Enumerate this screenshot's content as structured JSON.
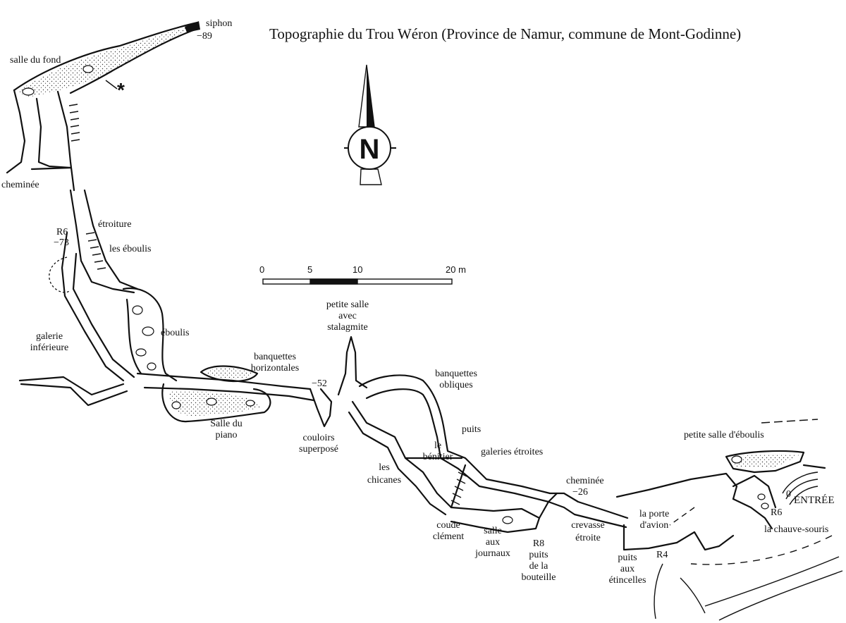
{
  "title": "Topographie du Trou Wéron (Province de Namur, commune de Mont-Godinne)",
  "north": "N",
  "scale": {
    "ticks": [
      "0",
      "5",
      "10",
      "20 m"
    ]
  },
  "labels": {
    "siphon": "siphon",
    "salle_du_fond": "salle du fond",
    "cheminee_1": "cheminée",
    "etroiture": "étroiture",
    "r6_a": "R6",
    "les_eboulis": "les éboulis",
    "eboulis": "éboulis",
    "galerie_inferieure_1": "galerie",
    "galerie_inferieure_2": "inférieure",
    "banquettes_h_1": "banquettes",
    "banquettes_h_2": "horizontales",
    "salle_piano_1": "Salle du",
    "salle_piano_2": "piano",
    "couloirs_1": "couloirs",
    "couloirs_2": "superposé",
    "petite_salle_1": "petite salle",
    "petite_salle_2": "avec",
    "petite_salle_3": "stalagmite",
    "banquettes_o_1": "banquettes",
    "banquettes_o_2": "obliques",
    "puits": "puits",
    "le_benitier_1": "le",
    "le_benitier_2": "bénitier",
    "galeries_etroites": "galeries étroites",
    "les_chicanes_1": "les",
    "les_chicanes_2": "chicanes",
    "coude_1": "coude",
    "coude_2": "clément",
    "salle_journaux_1": "salle",
    "salle_journaux_2": "aux",
    "salle_journaux_3": "journaux",
    "r8": "R8",
    "puits_bouteille_1": "puits",
    "puits_bouteille_2": "de la",
    "puits_bouteille_3": "bouteille",
    "cheminee_2": "cheminée",
    "crevasse_1": "crevasse",
    "crevasse_2": "étroite",
    "porte_avion_1": "la porte",
    "porte_avion_2": "d'avion",
    "petite_salle_eboulis": "petite salle d'éboulis",
    "entree": "ENTRÉE",
    "r6_b": "R6",
    "chauve_souris": "la chauve-souris",
    "puits_etincelles_1": "puits",
    "puits_etincelles_2": "aux",
    "puits_etincelles_3": "étincelles",
    "r4": "R4"
  },
  "depths": {
    "siphon": "−89",
    "r6_a": "−73",
    "banquettes": "−52",
    "cheminee": "−26",
    "entree": "0"
  }
}
